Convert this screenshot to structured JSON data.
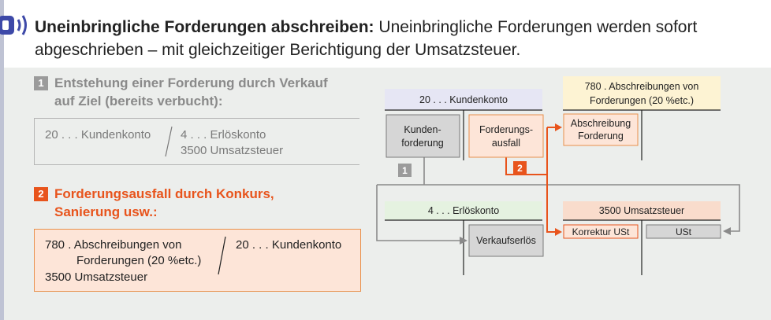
{
  "headline": {
    "bold": "Uneinbringliche Forderungen abschreiben:",
    "text": "Uneinbringliche Forderungen werden sofort abgeschrieben – mit gleichzeitiger Berichtigung der Umsatzsteuer."
  },
  "step1": {
    "number": "1",
    "title_line1": "Entstehung einer Forderung durch Verkauf",
    "title_line2": "auf Ziel (bereits verbucht):",
    "debit": "20 . . . Kundenkonto",
    "credit_line1": "4 . . . Erlöskonto",
    "credit_line2": "3500 Umsatzsteuer"
  },
  "step2": {
    "number": "2",
    "title_line1": "Forderungsausfall  durch Konkurs,",
    "title_line2": "Sanierung usw.:",
    "debit_line1": "780 .  Abschreibungen von",
    "debit_line2": "Forderungen (20 %etc.)",
    "debit_line3": "3500 Umsatzsteuer",
    "credit": "20 . . . Kundenkonto"
  },
  "diagram": {
    "accounts": {
      "kundenkonto": "20 . . . Kundenkonto",
      "abschreibungen_line1": "780 . Abschreibungen von",
      "abschreibungen_line2": "Forderungen (20 %etc.)",
      "erloeskonto": "4 . . . Erlöskonto",
      "umsatzsteuer": "3500 Umsatzsteuer"
    },
    "entries": {
      "kundenforderung_line1": "Kunden-",
      "kundenforderung_line2": "forderung",
      "forderungsausfall_line1": "Forderungs-",
      "forderungsausfall_line2": "ausfall",
      "abschreibung_line1": "Abschreibung",
      "abschreibung_line2": "Forderung",
      "verkaufserloes": "Verkaufserlös",
      "korrektur_ust": "Korrektur USt",
      "ust": "USt"
    },
    "markers": {
      "one": "1",
      "two": "2"
    }
  },
  "colors": {
    "orange": "#e8541c",
    "gray_marker": "#9b9b9b",
    "header_lilac": "#e6e6f4",
    "header_yellow": "#fdf3d3",
    "header_green": "#e5f2e0",
    "header_salmon": "#f9dccc",
    "entry_salmon": "#fde5d8"
  },
  "icons": {
    "speaker": "speaker-icon"
  }
}
